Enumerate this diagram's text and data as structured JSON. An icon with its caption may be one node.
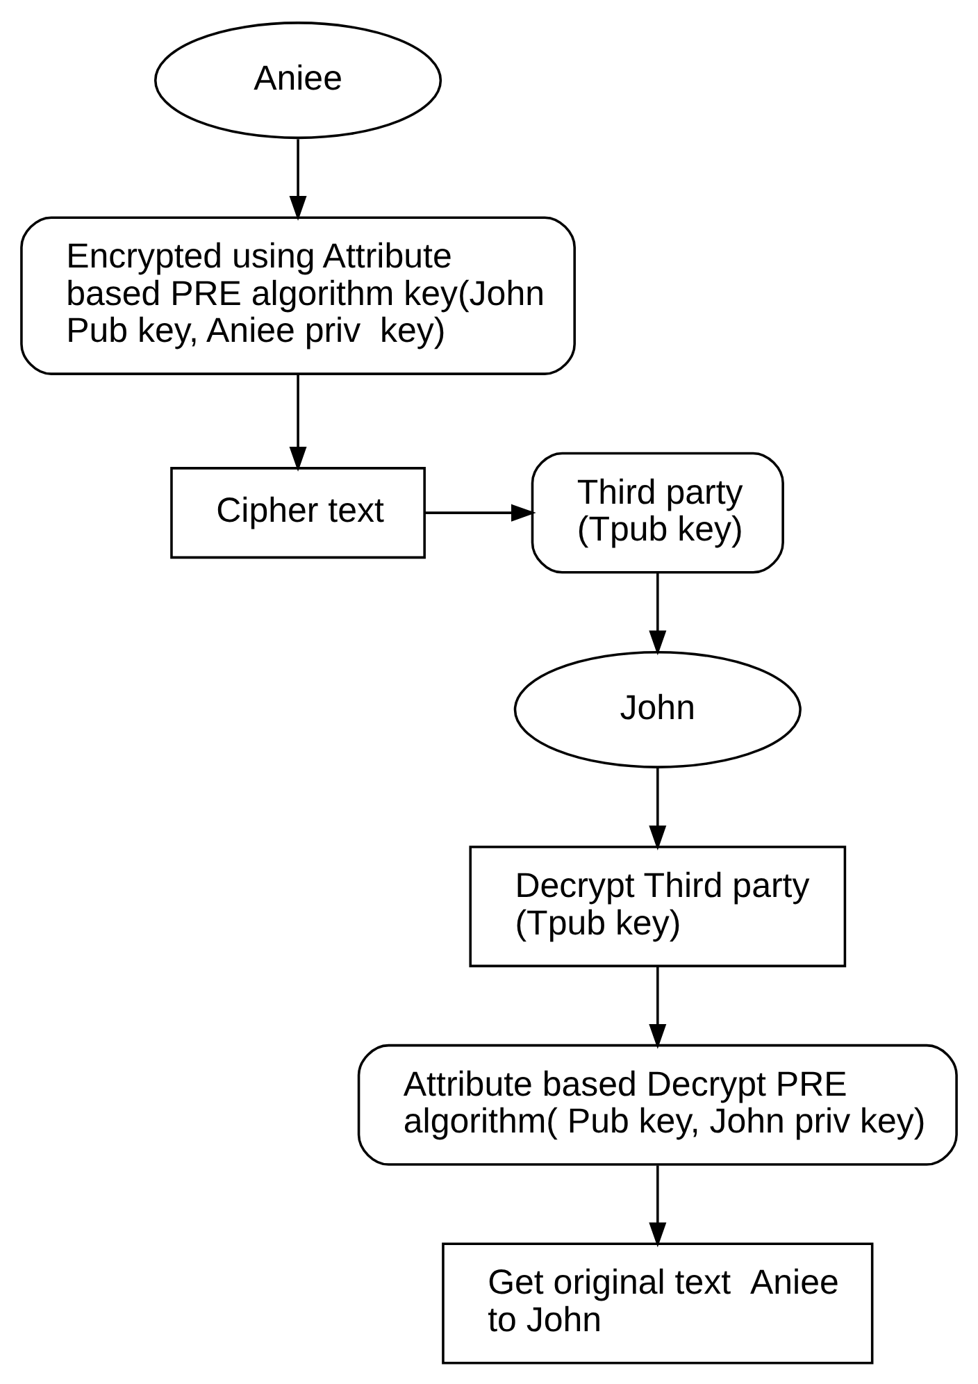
{
  "diagram": {
    "nodes": [
      {
        "text": [
          "Aniee"
        ]
      },
      {
        "text": [
          "Encrypted using Attribute based PRE algorithm key(John Pub key, Aniee priv  key)"
        ]
      },
      {
        "text": [
          "Cipher text"
        ]
      },
      {
        "text": [
          "Third party (Tpub key)"
        ]
      },
      {
        "text": [
          "John"
        ]
      },
      {
        "text": [
          "Decrypt Third party (Tpub key)"
        ]
      },
      {
        "text": [
          "Attribute based Decrypt PRE algorithm( Pub key, John priv key)"
        ]
      },
      {
        "text": [
          "Get original text  Aniee to John"
        ]
      }
    ],
    "edges": [
      {
        "from": 0,
        "to": 1,
        "arrow": "to"
      },
      {
        "from": 1,
        "to": 2,
        "arrow": "to"
      },
      {
        "from": 2,
        "to": 3,
        "arrow": "to"
      },
      {
        "from": 3,
        "to": 4,
        "arrow": "to"
      },
      {
        "from": 4,
        "to": 5,
        "arrow": "to"
      },
      {
        "from": 5,
        "to": 6,
        "arrow": "to"
      },
      {
        "from": 6,
        "to": 7,
        "arrow": "to"
      }
    ]
  }
}
